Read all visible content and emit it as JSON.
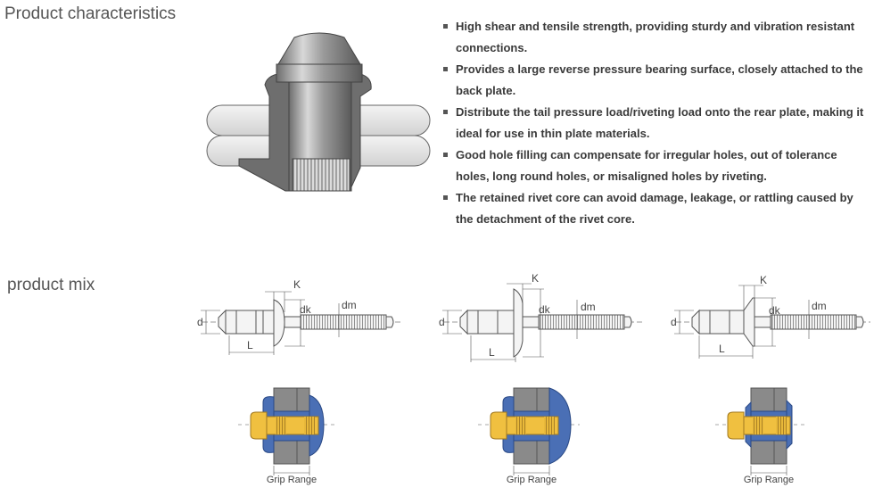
{
  "section_characteristics": {
    "title": "Product characteristics",
    "bullets": [
      "High shear and tensile strength, providing sturdy and vibration resistant connections.",
      "Provides a large reverse pressure bearing surface, closely attached to the back plate.",
      "Distribute the tail pressure load/riveting load onto the rear plate, making it ideal for use in thin plate materials.",
      "Good hole filling can compensate for irregular holes, out of tolerance holes, long round holes, or misaligned holes by riveting.",
      "The retained rivet core can avoid damage, leakage, or rattling caused by the detachment of the rivet core."
    ]
  },
  "section_mix": {
    "title": "product mix",
    "dimension_labels": {
      "k": "K",
      "dk": "dk",
      "dm": "dm",
      "d": "d",
      "l": "L"
    },
    "grip_label": "Grip Range",
    "variants": [
      "dome-head",
      "large-flange",
      "countersunk"
    ]
  },
  "colors": {
    "sleeve": "#4a6fb5",
    "mandrel": "#f0c040",
    "plate": "#8a8a8a",
    "line": "#555555"
  }
}
